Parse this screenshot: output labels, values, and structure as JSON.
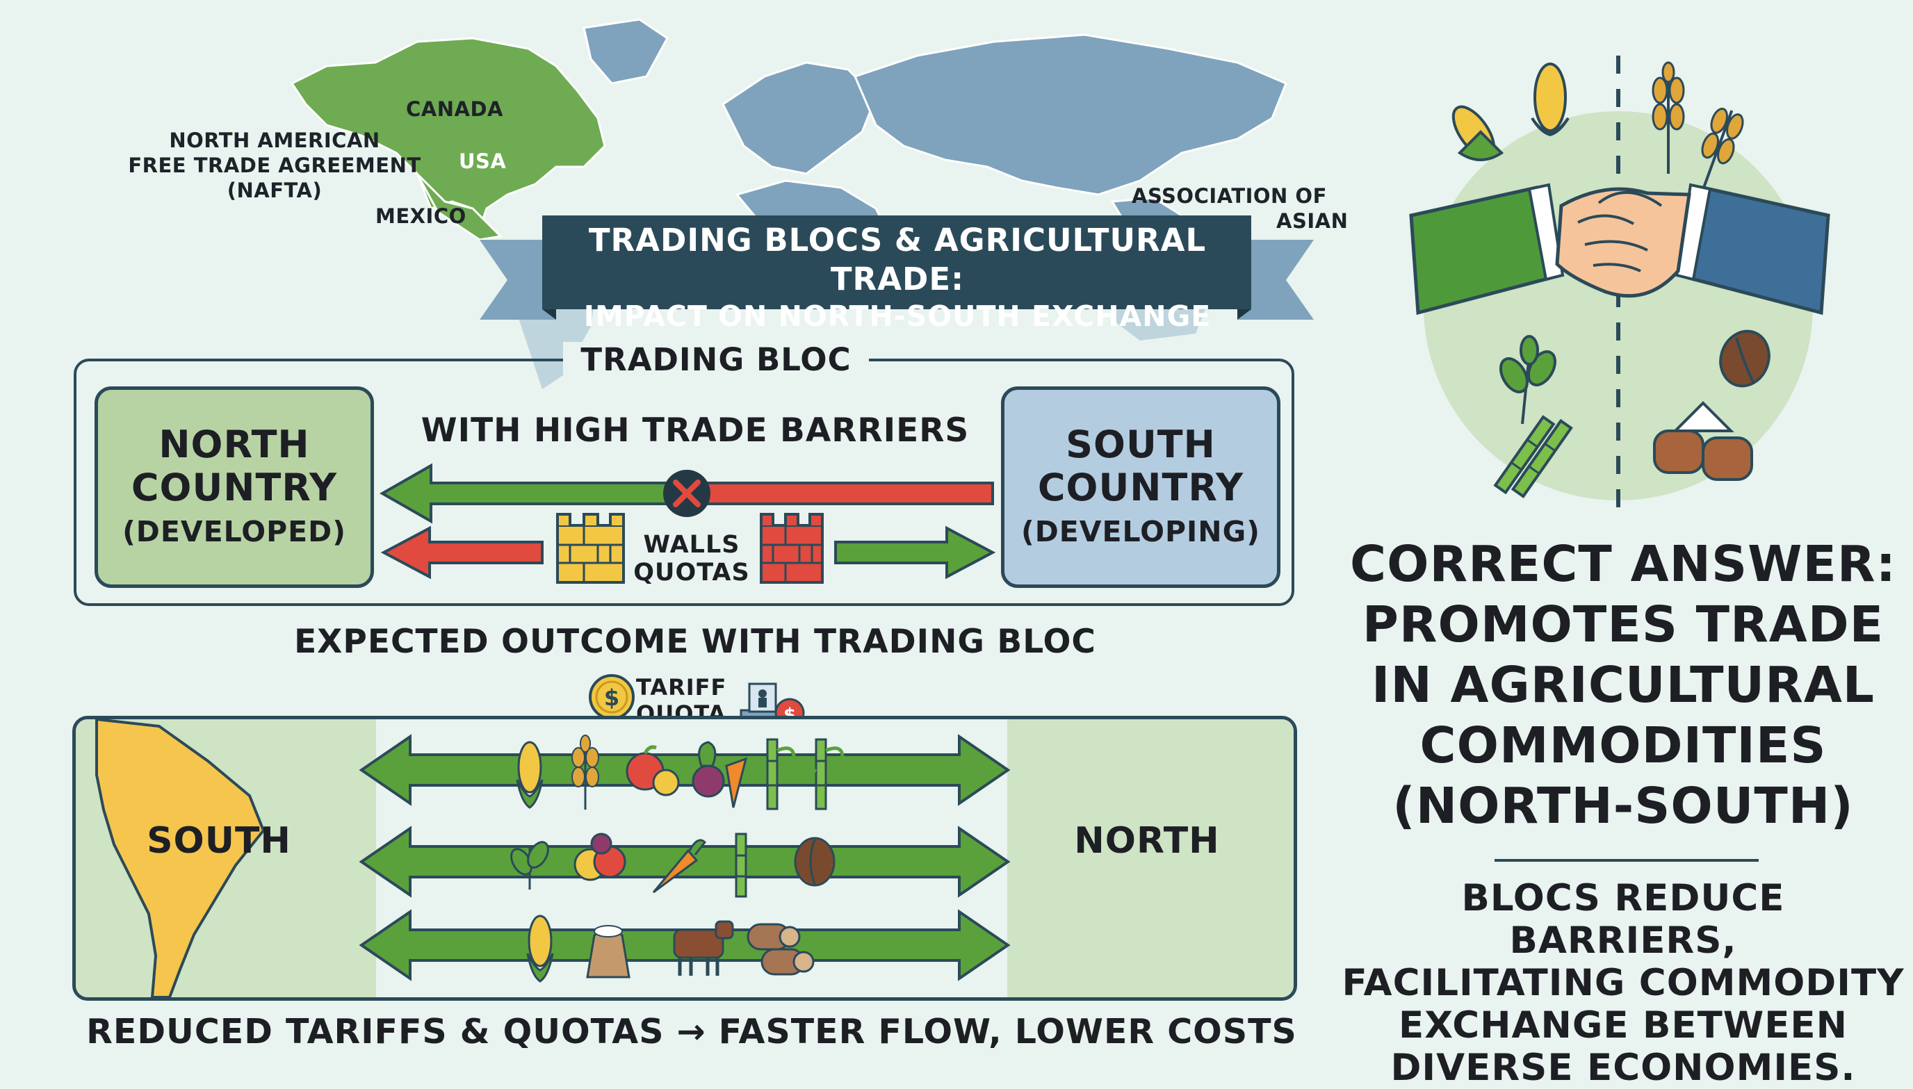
{
  "map": {
    "labels": {
      "canada": "CANADA",
      "usa": "USA",
      "mexico": "MEXICO",
      "nafta": [
        "NORTH AMERICAN",
        "FREE TRADE AGREEMENT",
        "(NAFTA)"
      ],
      "asean": [
        "ASSOCIATION OF",
        "ASIAN"
      ]
    }
  },
  "banner": {
    "line1": "TRADING BLOCS & AGRICULTURAL TRADE:",
    "line2": "IMPACT ON NORTH-SOUTH EXCHANGE"
  },
  "bloc": {
    "title": "TRADING BLOC",
    "barriers_label": "WITH HIGH TRADE BARRIERS",
    "north": {
      "name": [
        "NORTH",
        "COUNTRY"
      ],
      "sub": "(DEVELOPED)"
    },
    "south": {
      "name": [
        "SOUTH",
        "COUNTRY"
      ],
      "sub": "(DEVELOPING)"
    },
    "walls_label": [
      "WALLS",
      "QUOTAS"
    ]
  },
  "outcome": {
    "label": "EXPECTED OUTCOME WITH TRADING BLOC",
    "tariff_label": [
      "TARIFF",
      "QUOTA"
    ],
    "south_label": "SOUTH",
    "north_label": "NORTH",
    "footer": "REDUCED TARIFFS & QUOTAS → FASTER FLOW, LOWER COSTS"
  },
  "answer": {
    "title": [
      "CORRECT ANSWER:",
      "PROMOTES TRADE",
      "IN AGRICULTURAL",
      "COMMODITIES",
      "(NORTH-SOUTH)"
    ],
    "body": [
      "BLOCS REDUCE BARRIERS,",
      "FACILITATING COMMODITY",
      "EXCHANGE BETWEEN",
      "DIVERSE ECONOMIES."
    ]
  },
  "colors": {
    "background": "#e9f3ef",
    "navy": "#2b4a59",
    "north_green": "#b7d3a4",
    "south_blue": "#b3cce0",
    "arrow_green": "#5aa13c",
    "arrow_red": "#e04a3f",
    "map_green": "#6fab52",
    "map_blue": "#7fa3bc",
    "south_america": "#f5c54d"
  }
}
